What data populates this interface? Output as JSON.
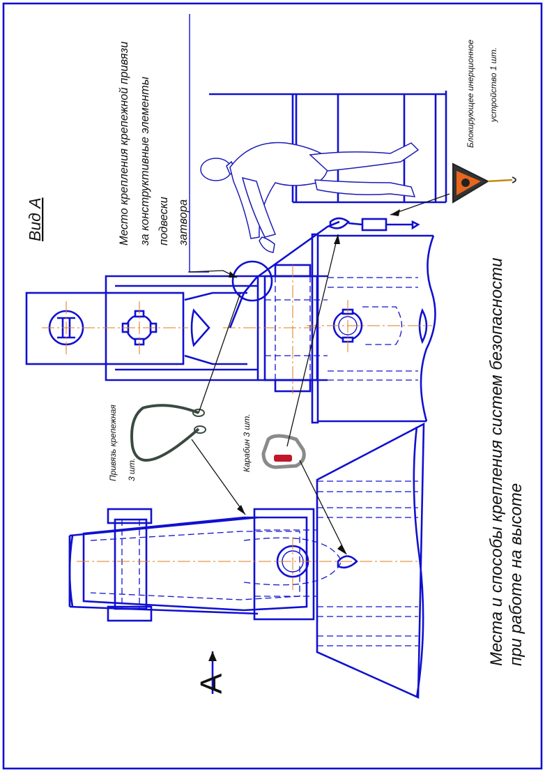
{
  "labels": {
    "view_title": "Вид А",
    "mount_line1": "Место крепления крепежной привязи",
    "mount_line2": "за  конструктивные элементы",
    "mount_line3": "подвески",
    "mount_line4": "затвора",
    "device_line1": "Блокирующее инерционное",
    "device_line2": "устройство 1 шт.",
    "sling_line1": "Привязь крепежная",
    "sling_line2": "3 шт.",
    "carabiner_line1": "Карабин 3 шт.",
    "main_line1": "Места и способы крепления систем безопасности",
    "main_line2": "при работе на высоте",
    "view_marker": "A"
  },
  "colors": {
    "line": "#1010d0",
    "axis": "#e07a1a",
    "leader": "#111111",
    "device_orange": "#e8661c",
    "carabiner_red": "#c0182a"
  }
}
